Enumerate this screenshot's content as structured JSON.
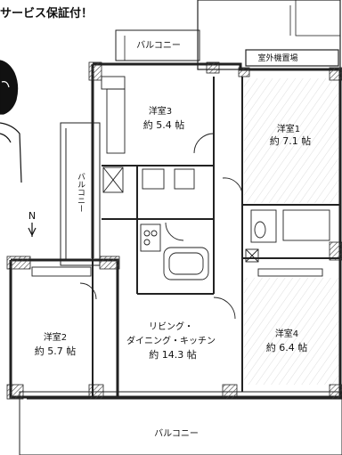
{
  "banner": "サービス保証付！",
  "balconies": {
    "top": "バルコニー",
    "side": "バルコニー",
    "bottom": "バルコニー",
    "outdoor_unit": "室外機置場"
  },
  "rooms": {
    "western3": {
      "name": "洋室3",
      "size": "約 5.4 帖"
    },
    "western1": {
      "name": "洋室1",
      "size": "約 7.1 帖"
    },
    "western2": {
      "name": "洋室2",
      "size": "約 5.7 帖"
    },
    "western4": {
      "name": "洋室4",
      "size": "約 6.4 帖"
    },
    "ldk": {
      "line1": "リビング・",
      "line2": "ダイニング・キッチン",
      "size": "約 14.3 帖"
    }
  },
  "compass": "N"
}
